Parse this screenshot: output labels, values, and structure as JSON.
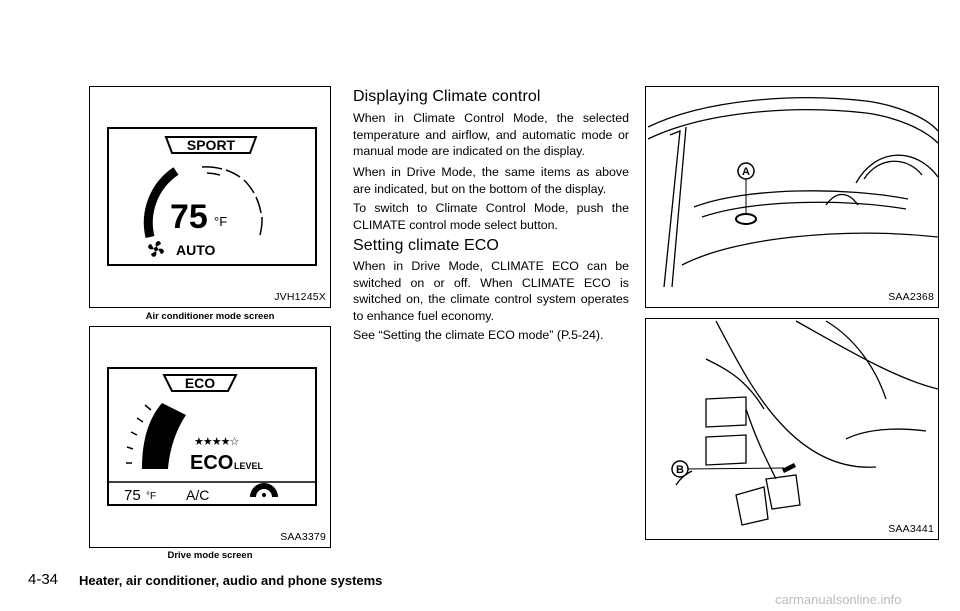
{
  "figures": {
    "aircon": {
      "code": "JVH1245X",
      "caption": "Air conditioner mode screen",
      "display": {
        "mode": "SPORT",
        "temp": "75",
        "unit": "°F",
        "fan_mode": "AUTO"
      }
    },
    "drive": {
      "code": "SAA3379",
      "caption": "Drive mode screen",
      "display": {
        "mode": "ECO",
        "eco": "ECO",
        "level": "LEVEL",
        "stars": "★★★★☆",
        "temp": "75",
        "unit": "°F",
        "ac": "A/C"
      }
    },
    "windshield": {
      "code": "SAA2368",
      "callout": "A"
    },
    "pedal": {
      "code": "SAA3441",
      "callout": "B"
    }
  },
  "sections": [
    {
      "heading": "Displaying Climate control",
      "paragraphs": [
        "When in Climate Control Mode, the selected temperature and airflow, and automatic mode or manual mode are indicated on the display.",
        "When in Drive Mode, the same items as above are indicated, but on the bottom of the display.",
        "To switch to Climate Control Mode, push the CLIMATE control mode select button."
      ]
    },
    {
      "heading": "Setting climate ECO",
      "paragraphs": [
        "When in Drive Mode, CLIMATE ECO can be switched on or off. When CLIMATE ECO is switched on, the climate control system operates to enhance fuel economy.",
        "See “Setting the climate ECO mode” (P.5-24)."
      ]
    }
  ],
  "footer": {
    "page_number": "4-34",
    "title": "Heater, air conditioner, audio and phone systems"
  },
  "watermark": "carmanualsonline.info"
}
